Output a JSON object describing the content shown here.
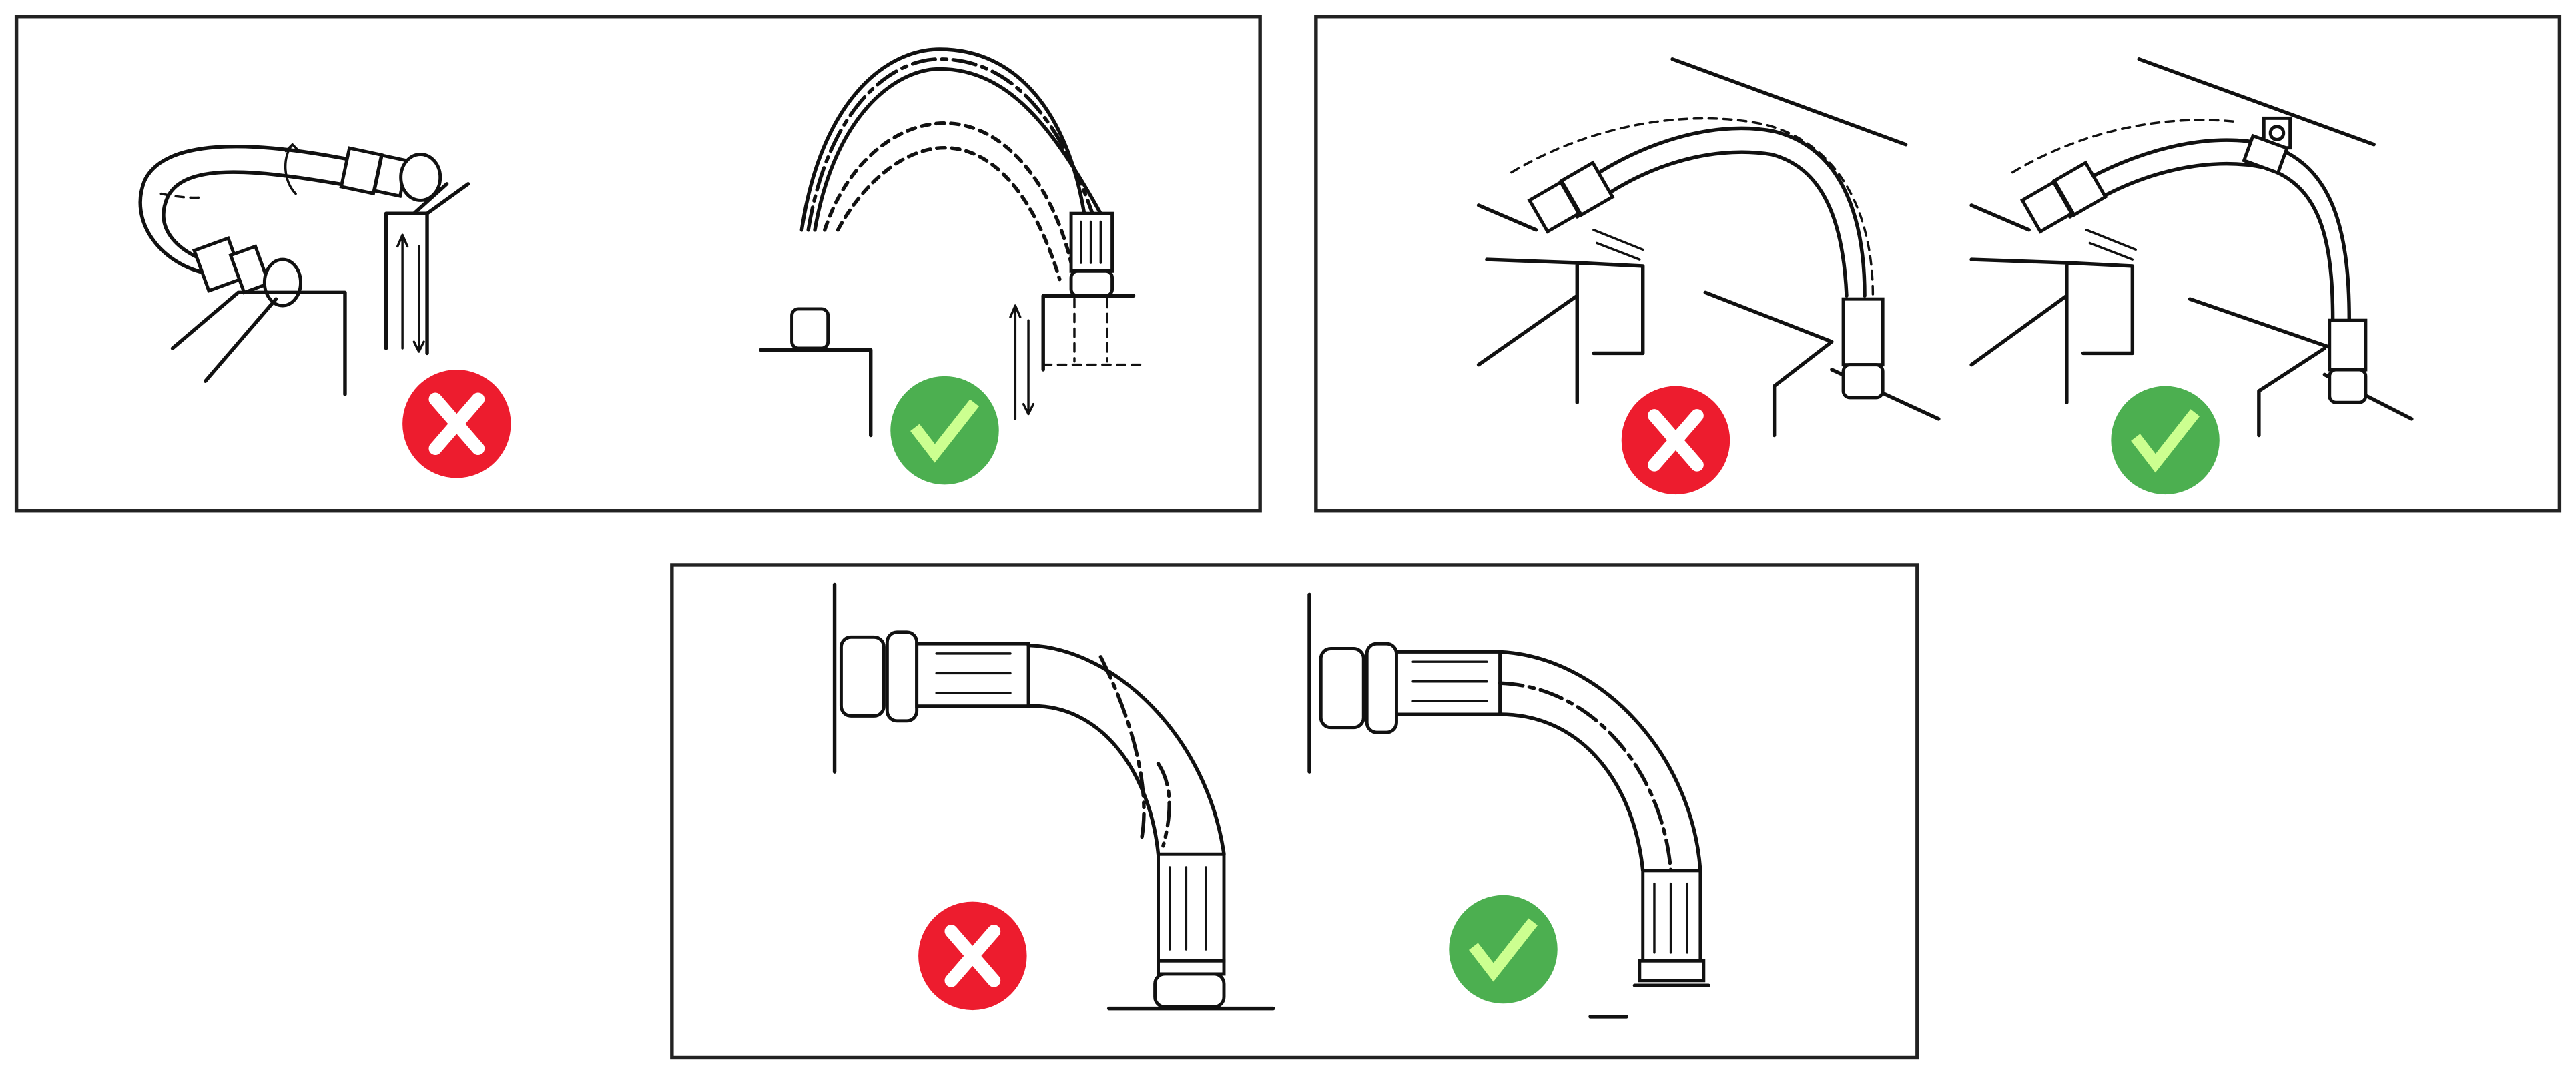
{
  "colors": {
    "incorrect_badge": "#ED1C2E",
    "correct_badge": "#4CAF50",
    "cross_mark": "#FFFFFF",
    "check_mark": "#CCFF90",
    "line_art": "#111111",
    "panel_border": "#222222"
  },
  "panels": [
    {
      "topic": "hose-twisting",
      "badges": [
        {
          "type": "incorrect",
          "icon": "cross-icon"
        },
        {
          "type": "correct",
          "icon": "check-icon"
        }
      ]
    },
    {
      "topic": "hose-clamping-support",
      "badges": [
        {
          "type": "incorrect",
          "icon": "cross-icon"
        },
        {
          "type": "correct",
          "icon": "check-icon"
        }
      ]
    },
    {
      "topic": "hose-bend-radius-at-fitting",
      "badges": [
        {
          "type": "incorrect",
          "icon": "cross-icon"
        },
        {
          "type": "correct",
          "icon": "check-icon"
        }
      ]
    }
  ]
}
